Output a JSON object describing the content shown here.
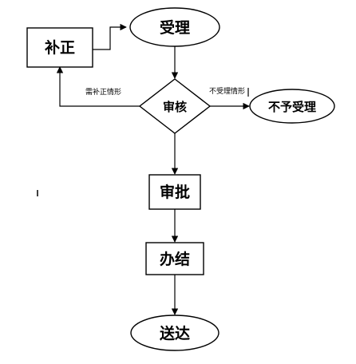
{
  "nodes": {
    "accept": "受理",
    "supplement": "补正",
    "review": "审核",
    "reject": "不予受理",
    "approve": "审批",
    "handle": "办结",
    "deliver": "送达"
  },
  "edges": {
    "need_supplement": "需补正情形",
    "not_accepted": "不受理情形"
  }
}
